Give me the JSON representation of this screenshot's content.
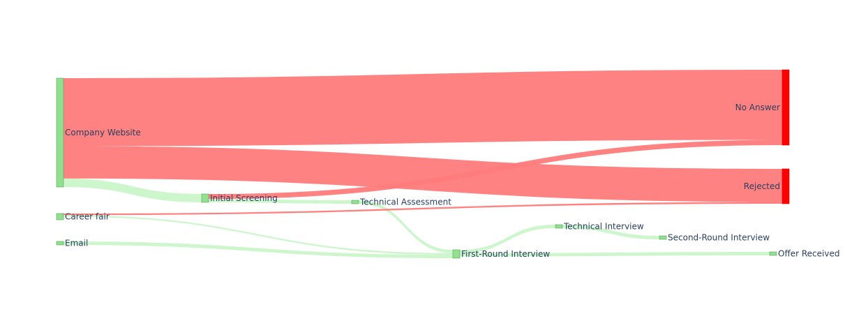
{
  "chart_data": {
    "type": "sankey",
    "nodes": [
      {
        "id": "company_website",
        "label": "Company Website",
        "value": 64,
        "color": "#90e090"
      },
      {
        "id": "career_fair",
        "label": "Career fair",
        "value": 4,
        "color": "#90e090"
      },
      {
        "id": "email",
        "label": "Email",
        "value": 2,
        "color": "#90e090"
      },
      {
        "id": "initial_screening",
        "label": "Initial Screening",
        "value": 5,
        "color": "#90e090"
      },
      {
        "id": "technical_assessment",
        "label": "Technical Assessment",
        "value": 2,
        "color": "#90e090"
      },
      {
        "id": "first_round",
        "label": "First-Round Interview",
        "value": 5,
        "color": "#90e090"
      },
      {
        "id": "technical_interview",
        "label": "Technical Interview",
        "value": 2,
        "color": "#90e090"
      },
      {
        "id": "second_round",
        "label": "Second-Round Interview",
        "value": 2,
        "color": "#90e090"
      },
      {
        "id": "offer",
        "label": "Offer Received",
        "value": 2,
        "color": "#90e090"
      },
      {
        "id": "no_answer",
        "label": "No Answer",
        "value": 43,
        "color": "#ff0000"
      },
      {
        "id": "rejected",
        "label": "Rejected",
        "value": 20,
        "color": "#ff0000"
      }
    ],
    "links": [
      {
        "source": "company_website",
        "target": "no_answer",
        "value": 40,
        "kind": "negative"
      },
      {
        "source": "company_website",
        "target": "rejected",
        "value": 19,
        "kind": "positive_to_negative"
      },
      {
        "source": "company_website",
        "target": "initial_screening",
        "value": 5,
        "kind": "positive"
      },
      {
        "source": "initial_screening",
        "target": "no_answer",
        "value": 3,
        "kind": "negative"
      },
      {
        "source": "initial_screening",
        "target": "technical_assessment",
        "value": 2,
        "kind": "positive"
      },
      {
        "source": "technical_assessment",
        "target": "first_round",
        "value": 2,
        "kind": "positive"
      },
      {
        "source": "career_fair",
        "target": "rejected",
        "value": 1,
        "kind": "negative"
      },
      {
        "source": "career_fair",
        "target": "first_round",
        "value": 1,
        "kind": "positive"
      },
      {
        "source": "email",
        "target": "first_round",
        "value": 2,
        "kind": "positive"
      },
      {
        "source": "first_round",
        "target": "technical_interview",
        "value": 2,
        "kind": "positive"
      },
      {
        "source": "technical_interview",
        "target": "second_round",
        "value": 2,
        "kind": "positive"
      },
      {
        "source": "first_round",
        "target": "offer",
        "value": 2,
        "kind": "positive"
      }
    ],
    "colors": {
      "positive_link": "#c8f5c8",
      "negative_link": "#ff7b7b",
      "positive_node": "#90e090",
      "negative_node": "#ff0000",
      "node_outline": "#5aa05a",
      "label": "#2a3f5f"
    }
  }
}
